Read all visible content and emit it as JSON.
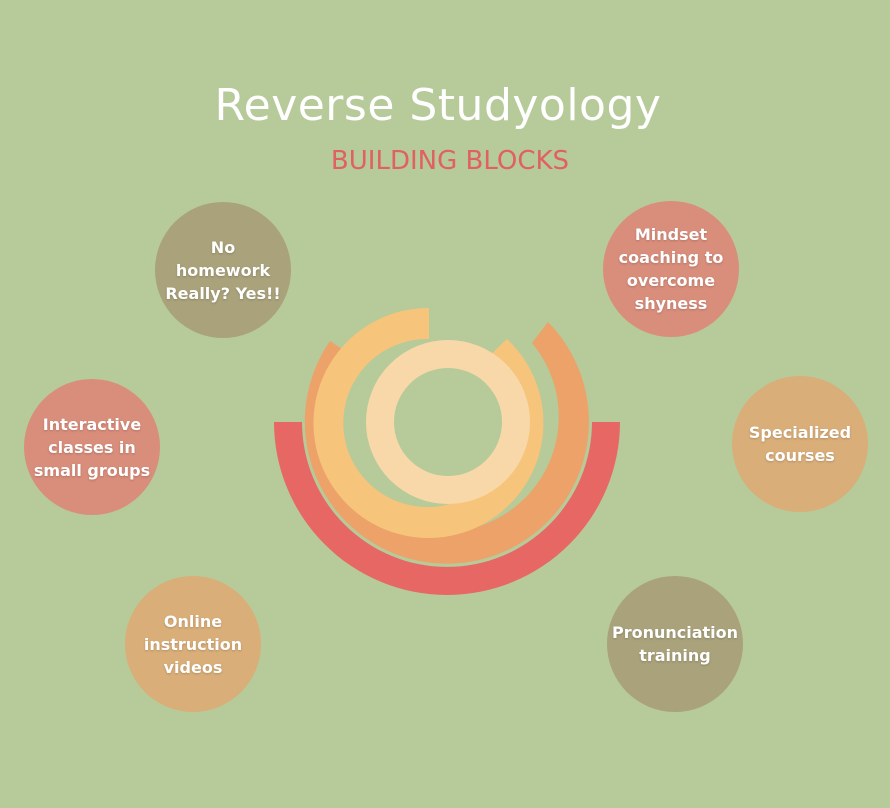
{
  "header": {
    "title": "Reverse Studyology",
    "subtitle": "BUILDING BLOCKS"
  },
  "colors": {
    "background": "#b7ca99",
    "title": "#ffffff",
    "subtitle": "#e0615f",
    "ring_outer": "#e66764",
    "ring_second": "#eca268",
    "ring_third": "#f6c47b",
    "ring_inner": "#f8d8a8",
    "bubble_olive": "#a9a27b",
    "bubble_rose": "#d98d7b",
    "bubble_tan": "#d9ae79"
  },
  "bubbles": [
    {
      "id": "no-homework",
      "label": "No homework\nReally? Yes!!",
      "color": "#a9a27b"
    },
    {
      "id": "mindset-coaching",
      "label": "Mindset\ncoaching to\novercome\nshyness",
      "color": "#d98d7b"
    },
    {
      "id": "interactive-classes",
      "label": "Interactive\nclasses in\nsmall groups",
      "color": "#d98d7b"
    },
    {
      "id": "specialized-courses",
      "label": "Specialized\ncourses",
      "color": "#d9ae79"
    },
    {
      "id": "online-videos",
      "label": "Online\ninstruction\nvideos",
      "color": "#d9ae79"
    },
    {
      "id": "pronunciation-training",
      "label": "Pronunciation\ntraining",
      "color": "#a9a27b"
    }
  ]
}
